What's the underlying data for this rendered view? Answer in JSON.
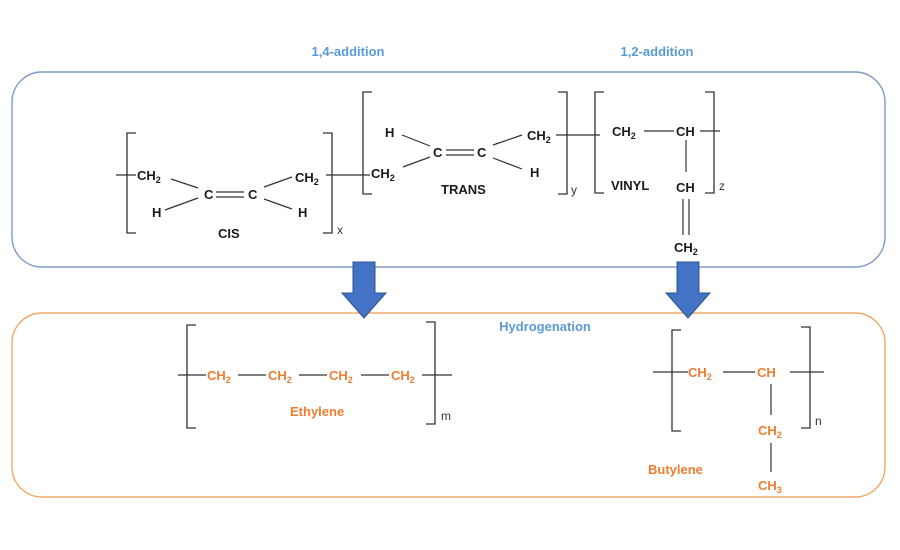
{
  "headers": {
    "addition_14": "1,4-addition",
    "addition_12": "1,2-addition",
    "hydrogenation": "Hydrogenation"
  },
  "colors": {
    "top_box": "#7f9bc7",
    "bottom_box": "#f0a868",
    "arrow": "#4472c4",
    "header_text": "#5b9bd5",
    "product_text": "#ed7d31"
  },
  "cis": {
    "name": "CIS",
    "ch2": "CH",
    "sub2": "2",
    "c": "C",
    "h": "H",
    "index": "x"
  },
  "trans": {
    "name": "TRANS",
    "ch2": "CH",
    "sub2": "2",
    "c": "C",
    "h": "H",
    "index": "y"
  },
  "vinyl": {
    "name": "VINYL",
    "ch2": "CH",
    "sub2": "2",
    "ch": "CH",
    "index": "z"
  },
  "ethylene": {
    "name": "Ethylene",
    "ch2": "CH",
    "sub2": "2",
    "index": "m"
  },
  "butylene": {
    "name": "Butylene",
    "ch2": "CH",
    "sub2": "2",
    "ch": "CH",
    "ch3": "CH",
    "sub3": "3",
    "index": "n"
  }
}
